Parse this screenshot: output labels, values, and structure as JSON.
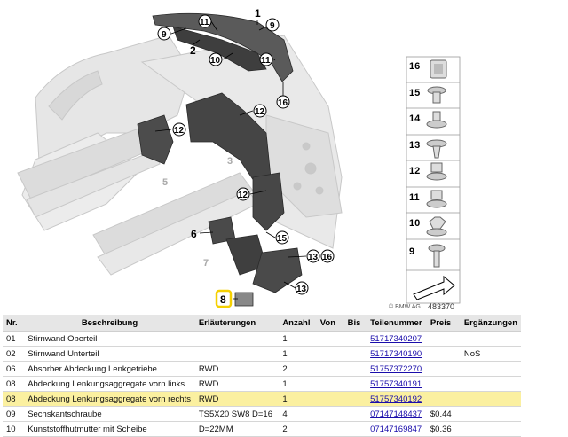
{
  "diagram": {
    "callouts": {
      "c1": "1",
      "c2": "2",
      "c3": "3",
      "c5": "5",
      "c6": "6",
      "c7": "7",
      "c8": "8",
      "c9a": "9",
      "c9b": "9",
      "c10": "10",
      "c11a": "11",
      "c11b": "11",
      "c12a": "12",
      "c12b": "12",
      "c12c": "12",
      "c13a": "13",
      "c13b": "13",
      "c15": "15",
      "c16a": "16",
      "c16b": "16"
    },
    "fastener_panel": [
      "16",
      "15",
      "14",
      "13",
      "12",
      "11",
      "10",
      "9"
    ],
    "copyright": "© BMW AG",
    "ref_number": "483370",
    "highlight_color": "#f5d000"
  },
  "table": {
    "headers": {
      "nr": "Nr.",
      "beschreibung": "Beschreibung",
      "erlaeuterungen": "Erläuterungen",
      "anzahl": "Anzahl",
      "von": "Von",
      "bis": "Bis",
      "teilenummer": "Teilenummer",
      "preis": "Preis",
      "ergaenzungen": "Ergänzungen"
    },
    "rows": [
      {
        "nr": "01",
        "desc": "Stirnwand Oberteil",
        "erl": "",
        "anz": "1",
        "von": "",
        "bis": "",
        "partno": "51717340207",
        "price": "",
        "notes": ""
      },
      {
        "nr": "02",
        "desc": "Stirnwand Unterteil",
        "erl": "",
        "anz": "1",
        "von": "",
        "bis": "",
        "partno": "51717340190",
        "price": "",
        "notes": "NoS"
      },
      {
        "nr": "06",
        "desc": "Absorber Abdeckung Lenkgetriebe",
        "erl": "RWD",
        "anz": "2",
        "von": "",
        "bis": "",
        "partno": "51757372270",
        "price": "",
        "notes": ""
      },
      {
        "nr": "08",
        "desc": "Abdeckung Lenkungsaggregate vorn links",
        "erl": "RWD",
        "anz": "1",
        "von": "",
        "bis": "",
        "partno": "51757340191",
        "price": "",
        "notes": ""
      },
      {
        "nr": "08",
        "desc": "Abdeckung Lenkungsaggregate vorn rechts",
        "erl": "RWD",
        "anz": "1",
        "von": "",
        "bis": "",
        "partno": "51757340192",
        "price": "",
        "notes": ""
      },
      {
        "nr": "09",
        "desc": "Sechskantschraube",
        "erl": "TS5X20 SW8 D=16",
        "anz": "4",
        "von": "",
        "bis": "",
        "partno": "07147148437",
        "price": "$0.44",
        "notes": ""
      },
      {
        "nr": "10",
        "desc": "Kunststoffhutmutter mit Scheibe",
        "erl": "D=22MM",
        "anz": "2",
        "von": "",
        "bis": "",
        "partno": "07147169847",
        "price": "$0.36",
        "notes": ""
      }
    ]
  }
}
